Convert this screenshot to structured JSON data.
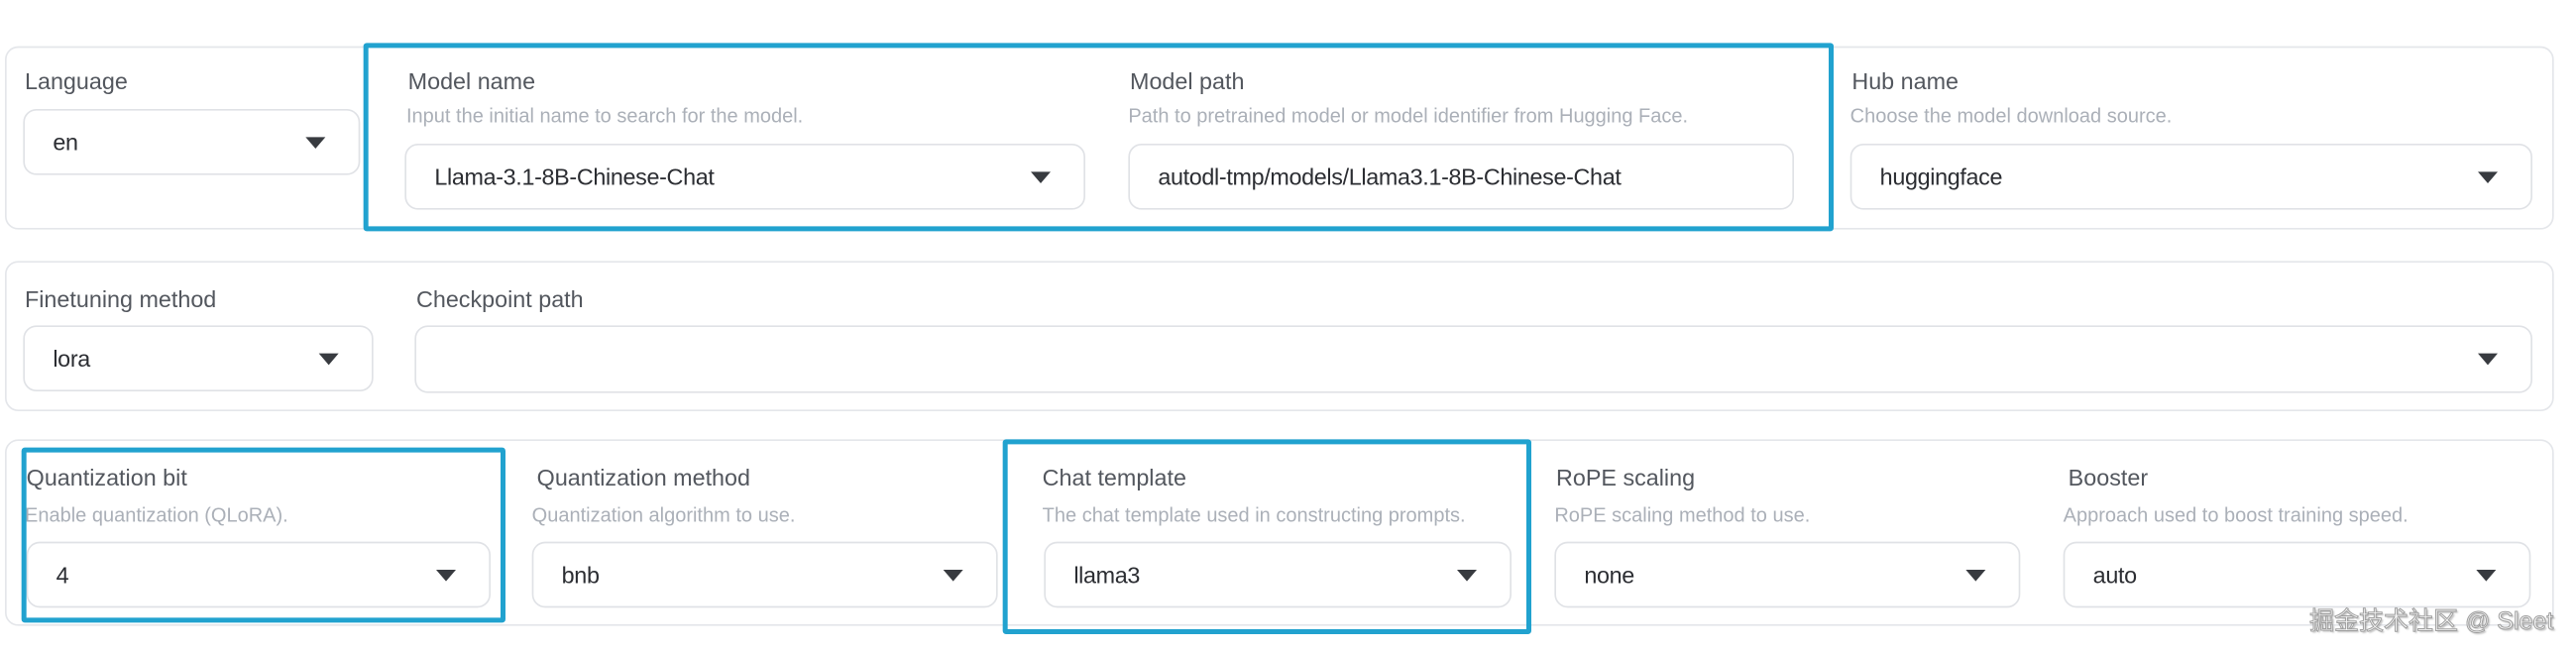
{
  "watermark": "掘金技术社区 @ Sleet",
  "colors": {
    "annotation_highlight": "#21a2cf",
    "card_border": "#e4e6ea",
    "control_border": "#e0e2e6",
    "label_text": "#53575e",
    "description_text": "#abb0b8",
    "value_text": "#2b2d32",
    "background": "#ffffff"
  },
  "icons": {
    "dropdown_arrow": "▾"
  },
  "fields": {
    "language": {
      "label": "Language",
      "value": "en"
    },
    "model_name": {
      "label": "Model name",
      "description": "Input the initial name to search for the model.",
      "value": "Llama-3.1-8B-Chinese-Chat"
    },
    "model_path": {
      "label": "Model path",
      "description": "Path to pretrained model or model identifier from Hugging Face.",
      "value": "autodl-tmp/models/Llama3.1-8B-Chinese-Chat"
    },
    "hub_name": {
      "label": "Hub name",
      "description": "Choose the model download source.",
      "value": "huggingface"
    },
    "finetuning_method": {
      "label": "Finetuning method",
      "value": "lora"
    },
    "checkpoint_path": {
      "label": "Checkpoint path",
      "value": ""
    },
    "quantization_bit": {
      "label": "Quantization bit",
      "description": "Enable quantization (QLoRA).",
      "value": "4"
    },
    "quantization_method": {
      "label": "Quantization method",
      "description": "Quantization algorithm to use.",
      "value": "bnb"
    },
    "chat_template": {
      "label": "Chat template",
      "description": "The chat template used in constructing prompts.",
      "value": "llama3"
    },
    "rope_scaling": {
      "label": "RoPE scaling",
      "description": "RoPE scaling method to use.",
      "value": "none"
    },
    "booster": {
      "label": "Booster",
      "description": "Approach used to boost training speed.",
      "value": "auto"
    }
  }
}
